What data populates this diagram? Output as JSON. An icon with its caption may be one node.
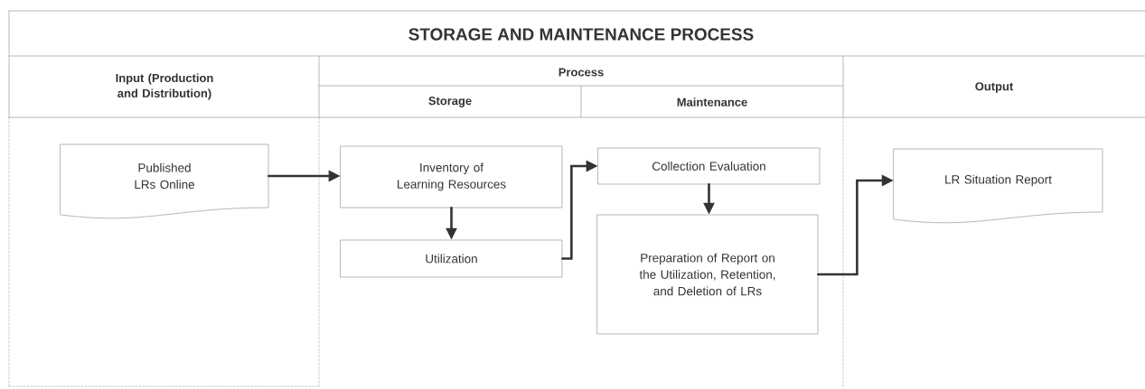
{
  "diagram": {
    "title": "STORAGE AND MAINTENANCE PROCESS",
    "nodes": [
      {
        "text": [
          "Published LRs Online"
        ]
      },
      {
        "text": [
          "Inventory of Learning Resources"
        ]
      },
      {
        "text": [
          "Utilization"
        ]
      },
      {
        "text": [
          "Collection Evaluation"
        ]
      },
      {
        "text": [
          "Preparation of Report on the Utilization, Retention, and Deletion of LRs"
        ]
      },
      {
        "text": [
          "LR Situation Report"
        ]
      }
    ],
    "edges": [
      {
        "from": 0,
        "to": 1,
        "arrow": "to"
      },
      {
        "from": 1,
        "to": 2,
        "arrow": "to"
      },
      {
        "from": 2,
        "to": 3,
        "arrow": "to"
      },
      {
        "from": 3,
        "to": 4,
        "arrow": "to"
      },
      {
        "from": 4,
        "to": 5,
        "arrow": "to"
      }
    ],
    "labels": [
      "Input (Production and Distribution)",
      "Process",
      "Storage",
      "Maintenance",
      "Output"
    ]
  }
}
